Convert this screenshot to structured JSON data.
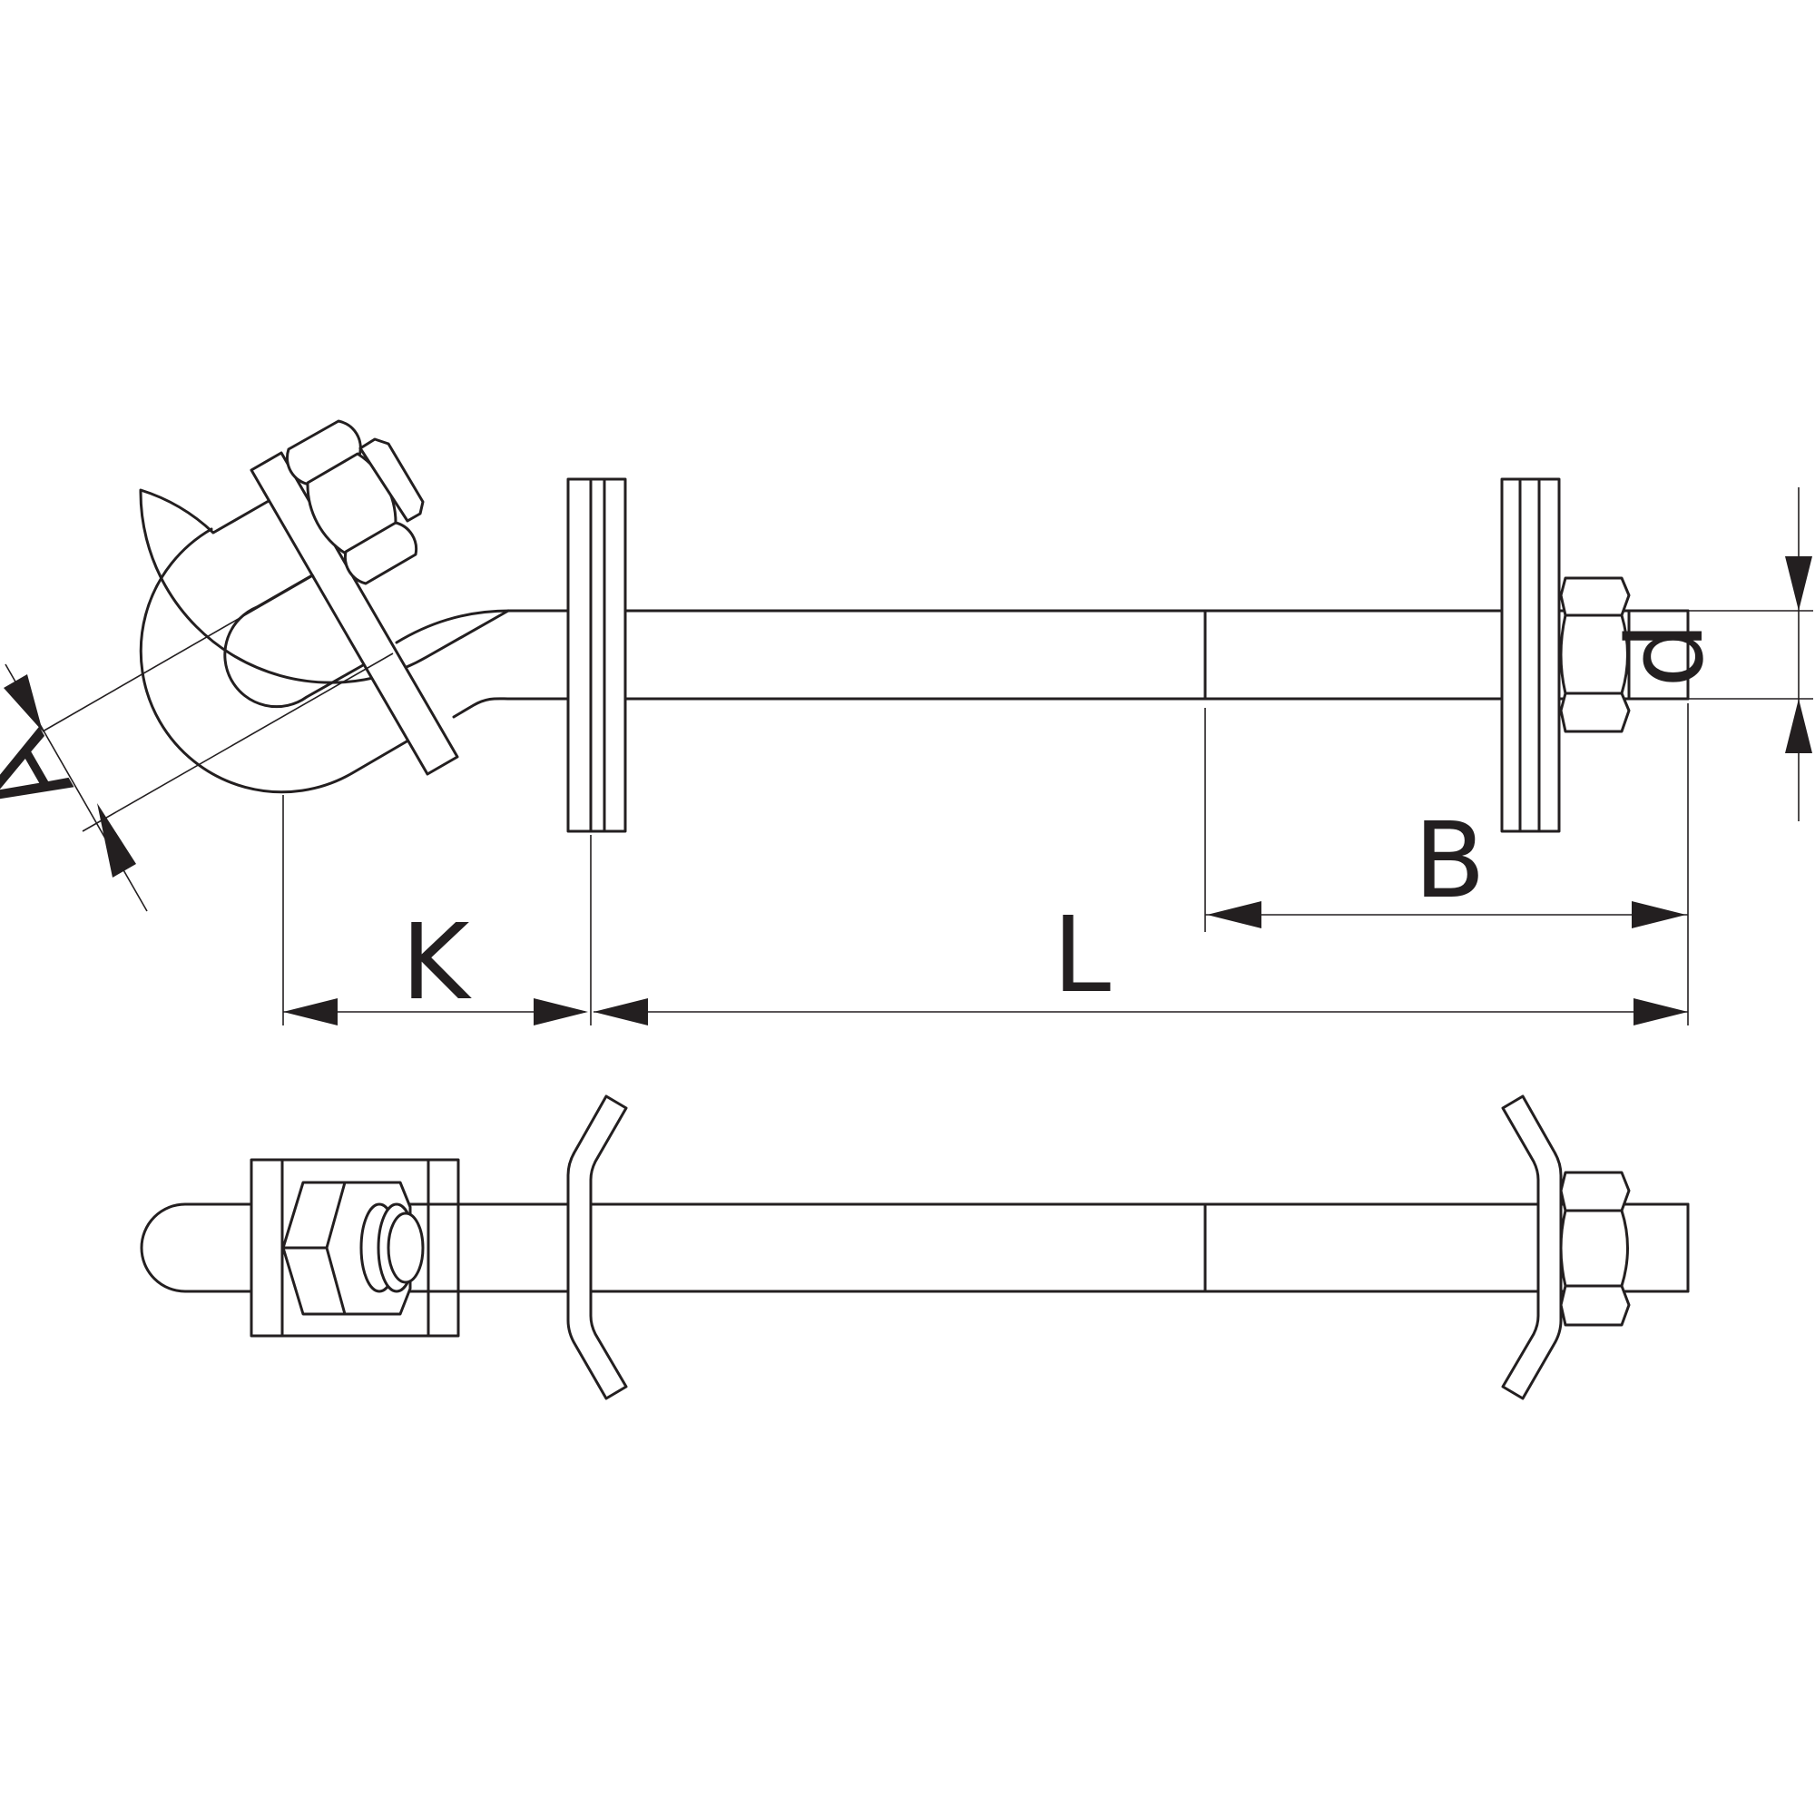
{
  "dimensions": {
    "A": "A",
    "B": "B",
    "K": "K",
    "L": "L",
    "d": "d"
  },
  "colors": {
    "line": "#231f20",
    "background": "#ffffff"
  }
}
